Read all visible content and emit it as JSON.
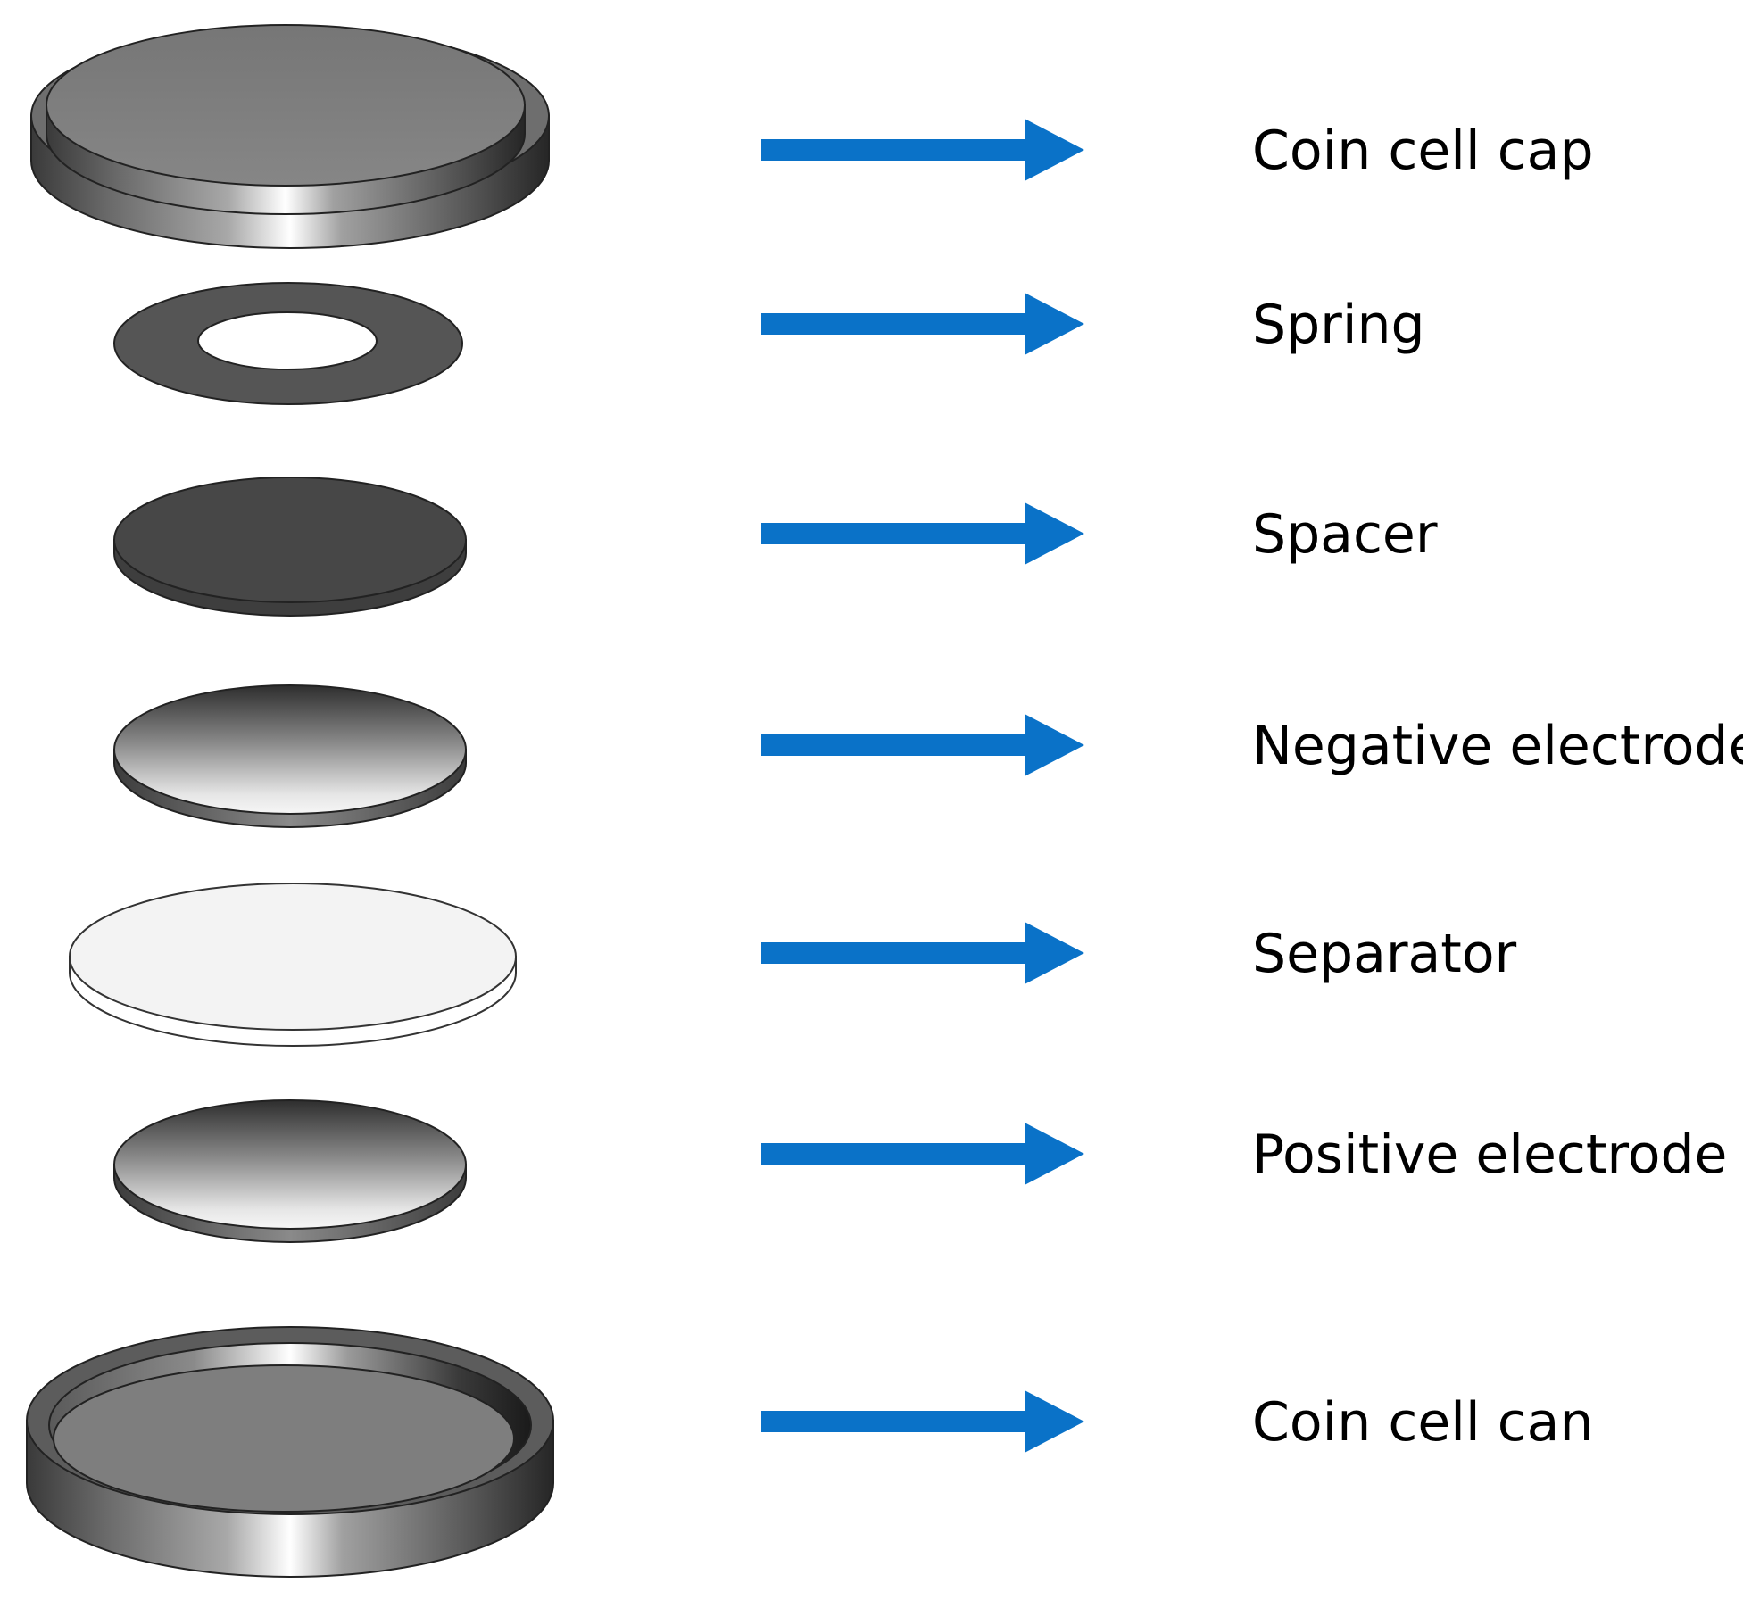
{
  "components": [
    {
      "label": "Coin cell cap",
      "icon": "coin-cell-cap-icon"
    },
    {
      "label": "Spring",
      "icon": "spring-icon"
    },
    {
      "label": "Spacer",
      "icon": "spacer-icon"
    },
    {
      "label": "Negative electrode",
      "icon": "negative-electrode-icon"
    },
    {
      "label": "Separator",
      "icon": "separator-icon"
    },
    {
      "label": "Positive electrode",
      "icon": "positive-electrode-icon"
    },
    {
      "label": "Coin cell can",
      "icon": "coin-cell-can-icon"
    }
  ],
  "colors": {
    "arrow": "#0a72c8",
    "metal_dark": "#4a4a4a",
    "metal_face": "#7e7e7e",
    "spacer": "#444444",
    "separator": "#f4f4f4",
    "label": "#000000"
  }
}
